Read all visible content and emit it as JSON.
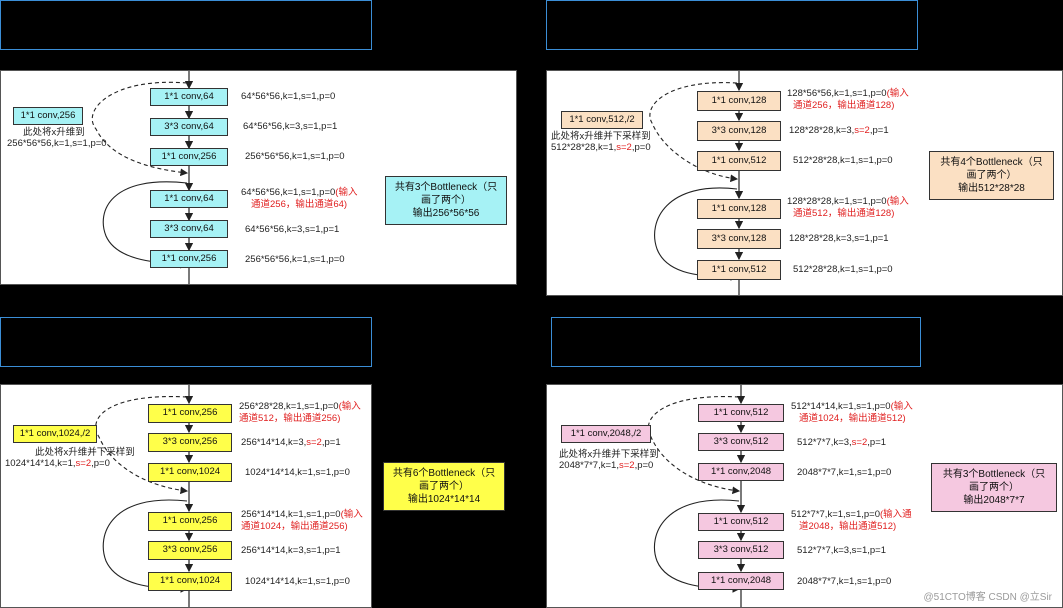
{
  "colors": {
    "cyan": "#a6f2f5",
    "peach": "#fbe0c3",
    "yellow": "#ffff4a",
    "pink": "#f5c8e0",
    "red": "#e02020"
  },
  "q1": {
    "shortcut": "1*1 conv,256",
    "shortcut_note": [
      "此处将x升维到",
      "256*56*56,k=1,s=1,p=0"
    ],
    "boxes": [
      "1*1 conv,64",
      "3*3 conv,64",
      "1*1 conv,256",
      "1*1 conv,64",
      "3*3 conv,64",
      "1*1 conv,256"
    ],
    "notes": [
      {
        "a": "64*56*56,k=1,s=1,p=0",
        "r1": "",
        "b": "",
        "r2": ""
      },
      {
        "a": "64*56*56,k=3,s=1,p=1",
        "r1": "",
        "b": "",
        "r2": ""
      },
      {
        "a": "256*56*56,k=1,s=1,p=0",
        "r1": "",
        "b": "",
        "r2": ""
      },
      {
        "a": "64*56*56,k=1,s=1,p=0",
        "r1": "(输入",
        "b": "",
        "r2": "通道256，输出通道64)"
      },
      {
        "a": "64*56*56,k=3,s=1,p=1",
        "r1": "",
        "b": "",
        "r2": ""
      },
      {
        "a": "256*56*56,k=1,s=1,p=0",
        "r1": "",
        "b": "",
        "r2": ""
      }
    ],
    "summary": [
      "共有3个Bottleneck（只",
      "画了两个）",
      "输出256*56*56"
    ]
  },
  "q2": {
    "shortcut": "1*1 conv,512,/2",
    "shortcut_note": [
      "此处将x升维并下采样到",
      "512*28*28,k=1,",
      "s=2",
      ",p=0"
    ],
    "boxes": [
      "1*1 conv,128",
      "3*3 conv,128",
      "1*1 conv,512",
      "1*1 conv,128",
      "3*3 conv,128",
      "1*1 conv,512"
    ],
    "notes": [
      {
        "a": "128*56*56,k=1,s=1,p=0",
        "r1": "(输入",
        "b": "",
        "r2": "通道256，输出通道128)"
      },
      {
        "a": "128*28*28,k=3,",
        "r1": "s=2",
        "b": ",p=1",
        "r2": ""
      },
      {
        "a": "512*28*28,k=1,s=1,p=0",
        "r1": "",
        "b": "",
        "r2": ""
      },
      {
        "a": "128*28*28,k=1,s=1,p=0",
        "r1": "(输入",
        "b": "",
        "r2": "通道512，输出通道128)"
      },
      {
        "a": "128*28*28,k=3,s=1,p=1",
        "r1": "",
        "b": "",
        "r2": ""
      },
      {
        "a": "512*28*28,k=1,s=1,p=0",
        "r1": "",
        "b": "",
        "r2": ""
      }
    ],
    "summary": [
      "共有4个Bottleneck（只",
      "画了两个）",
      "输出512*28*28"
    ]
  },
  "q3": {
    "shortcut": "1*1 conv,1024,/2",
    "shortcut_note": [
      "此处将x升维并下采样到",
      "1024*14*14,k=1,",
      "s=2",
      ",p=0"
    ],
    "boxes": [
      "1*1 conv,256",
      "3*3 conv,256",
      "1*1 conv,1024",
      "1*1 conv,256",
      "3*3 conv,256",
      "1*1 conv,1024"
    ],
    "notes": [
      {
        "a": "256*28*28,k=1,s=1,p=0",
        "r1": "(输入",
        "b": "",
        "r2": "通道512，输出通道256)"
      },
      {
        "a": "256*14*14,k=3,",
        "r1": "s=2",
        "b": ",p=1",
        "r2": ""
      },
      {
        "a": "1024*14*14,k=1,s=1,p=0",
        "r1": "",
        "b": "",
        "r2": ""
      },
      {
        "a": "256*14*14,k=1,s=1,p=0",
        "r1": "(输入",
        "b": "",
        "r2": "通道1024，输出通道256)"
      },
      {
        "a": "256*14*14,k=3,s=1,p=1",
        "r1": "",
        "b": "",
        "r2": ""
      },
      {
        "a": "1024*14*14,k=1,s=1,p=0",
        "r1": "",
        "b": "",
        "r2": ""
      }
    ],
    "summary": [
      "共有6个Bottleneck（只",
      "画了两个）",
      "输出1024*14*14"
    ]
  },
  "q4": {
    "shortcut": "1*1 conv,2048,/2",
    "shortcut_note": [
      "此处将x升维并下采样到",
      "2048*7*7,k=1,",
      "s=2",
      ",p=0"
    ],
    "boxes": [
      "1*1 conv,512",
      "3*3 conv,512",
      "1*1 conv,2048",
      "1*1 conv,512",
      "3*3 conv,512",
      "1*1 conv,2048"
    ],
    "notes": [
      {
        "a": "512*14*14,k=1,s=1,p=0",
        "r1": "(输入",
        "b": "",
        "r2": "通道1024，输出通道512)"
      },
      {
        "a": "512*7*7,k=3,",
        "r1": "s=2",
        "b": ",p=1",
        "r2": ""
      },
      {
        "a": "2048*7*7,k=1,s=1,p=0",
        "r1": "",
        "b": "",
        "r2": ""
      },
      {
        "a": "512*7*7,k=1,s=1,p=0",
        "r1": "(输入通",
        "b": "",
        "r2": "道2048，输出通道512)"
      },
      {
        "a": "512*7*7,k=3,s=1,p=1",
        "r1": "",
        "b": "",
        "r2": ""
      },
      {
        "a": "2048*7*7,k=1,s=1,p=0",
        "r1": "",
        "b": "",
        "r2": ""
      }
    ],
    "summary": [
      "共有3个Bottleneck（只",
      "画了两个）",
      "输出2048*7*7"
    ]
  },
  "watermark": "@51CTO博客  CSDN @立Sir"
}
